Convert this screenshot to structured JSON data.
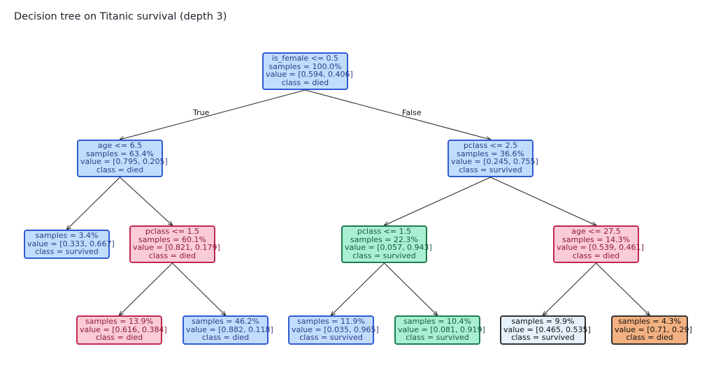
{
  "title": "Decision tree on Titanic survival (depth 3)",
  "palette": {
    "blue": {
      "fill": "#c2dcfd",
      "border": "#2f5bd1",
      "text": "#2a3f86"
    },
    "pink": {
      "fill": "#fbcbd6",
      "border": "#c1284f",
      "text": "#8b1c3a"
    },
    "green": {
      "fill": "#a9f0d2",
      "border": "#1f7a52",
      "text": "#1d5a40"
    },
    "pale": {
      "fill": "#e6f1fc",
      "border": "#333333",
      "text": "#111111"
    },
    "orange": {
      "fill": "#f3b181",
      "border": "#333333",
      "text": "#111111"
    }
  },
  "edge_labels": {
    "true": "True",
    "false": "False"
  },
  "nodes": [
    {
      "id": "n0",
      "color": "blue",
      "lines": [
        "is_female <= 0.5",
        "samples = 100.0%",
        "value = [0.594, 0.406]",
        "class = died"
      ]
    },
    {
      "id": "n1",
      "color": "blue",
      "lines": [
        "age <= 6.5",
        "samples = 63.4%",
        "value = [0.795, 0.205]",
        "class = died"
      ]
    },
    {
      "id": "n2",
      "color": "blue",
      "lines": [
        "pclass <= 2.5",
        "samples = 36.6%",
        "value = [0.245, 0.755]",
        "class = survived"
      ]
    },
    {
      "id": "n3",
      "color": "blue",
      "lines": [
        "samples = 3.4%",
        "value = [0.333, 0.667]",
        "class = survived"
      ]
    },
    {
      "id": "n4",
      "color": "pink",
      "lines": [
        "pclass <= 1.5",
        "samples = 60.1%",
        "value = [0.821, 0.179]",
        "class = died"
      ]
    },
    {
      "id": "n5",
      "color": "green",
      "lines": [
        "pclass <= 1.5",
        "samples = 22.3%",
        "value = [0.057, 0.943]",
        "class = survived"
      ]
    },
    {
      "id": "n6",
      "color": "pink",
      "lines": [
        "age <= 27.5",
        "samples = 14.3%",
        "value = [0.539, 0.461]",
        "class = died"
      ]
    },
    {
      "id": "n7",
      "color": "pink",
      "lines": [
        "samples = 13.9%",
        "value = [0.616, 0.384]",
        "class = died"
      ]
    },
    {
      "id": "n8",
      "color": "blue",
      "lines": [
        "samples = 46.2%",
        "value = [0.882, 0.118]",
        "class = died"
      ]
    },
    {
      "id": "n9",
      "color": "blue",
      "lines": [
        "samples = 11.9%",
        "value = [0.035, 0.965]",
        "class = survived"
      ]
    },
    {
      "id": "n10",
      "color": "green",
      "lines": [
        "samples = 10.4%",
        "value = [0.081, 0.919]",
        "class = survived"
      ]
    },
    {
      "id": "n11",
      "color": "pale",
      "lines": [
        "samples = 9.9%",
        "value = [0.465, 0.535]",
        "class = survived"
      ]
    },
    {
      "id": "n12",
      "color": "orange",
      "lines": [
        "samples = 4.3%",
        "value = [0.71, 0.29]",
        "class = died"
      ]
    }
  ],
  "edges": [
    {
      "from": "n0",
      "to": "n1",
      "label": "true"
    },
    {
      "from": "n0",
      "to": "n2",
      "label": "false"
    },
    {
      "from": "n1",
      "to": "n3"
    },
    {
      "from": "n1",
      "to": "n4"
    },
    {
      "from": "n2",
      "to": "n5"
    },
    {
      "from": "n2",
      "to": "n6"
    },
    {
      "from": "n4",
      "to": "n7"
    },
    {
      "from": "n4",
      "to": "n8"
    },
    {
      "from": "n5",
      "to": "n9"
    },
    {
      "from": "n5",
      "to": "n10"
    },
    {
      "from": "n6",
      "to": "n11"
    },
    {
      "from": "n6",
      "to": "n12"
    }
  ]
}
